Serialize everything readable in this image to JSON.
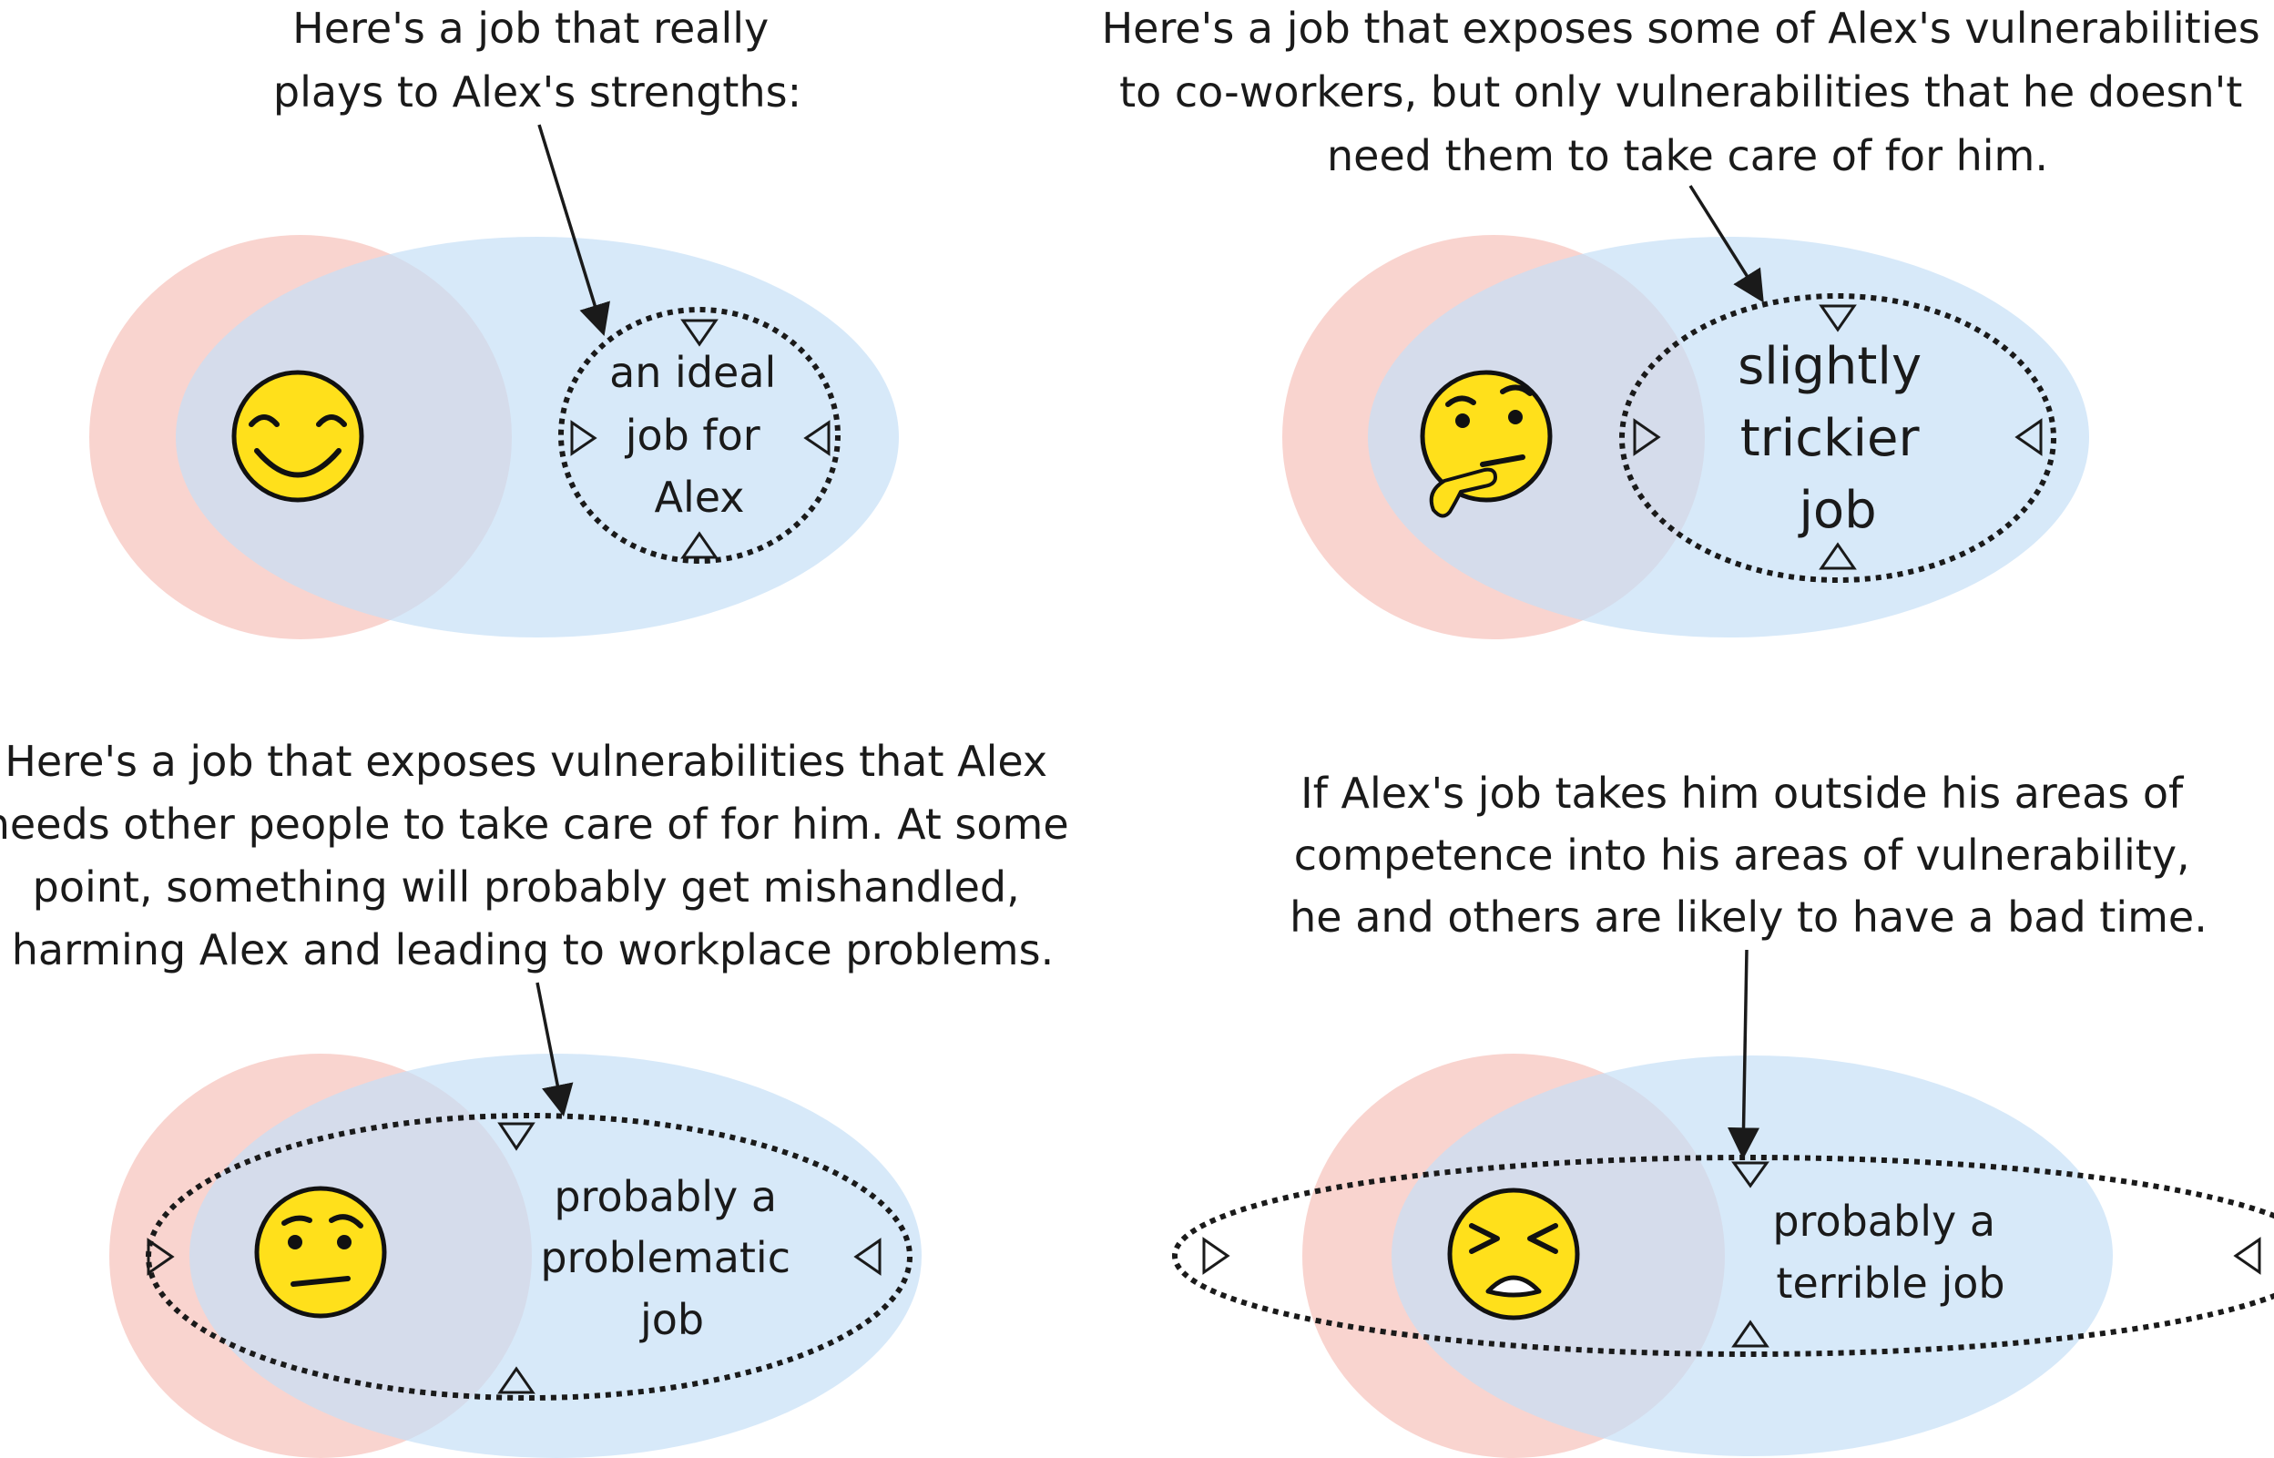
{
  "colors": {
    "competence_fill": "#f7c6bf",
    "vulnerability_fill": "#c6e0f7",
    "overlap_tint": "#d5b4c0",
    "stroke": "#1a1a1a",
    "emoji_face": "#ffe01b",
    "emoji_outline": "#111111"
  },
  "panels": [
    {
      "caption": [
        "Here's a job that really",
        "plays to Alex's strengths:"
      ],
      "job_label": [
        "an ideal",
        "job for",
        "Alex"
      ],
      "face": "smiling-face-icon"
    },
    {
      "caption": [
        "Here's a job that exposes some of Alex's vulnerabilities",
        "to co-workers, but only vulnerabilities that he doesn't",
        "need them to take care of for him."
      ],
      "job_label": [
        "slightly",
        "trickier",
        "job"
      ],
      "face": "thinking-face-icon"
    },
    {
      "caption": [
        "Here's a job that exposes vulnerabilities that Alex",
        "needs other people to take care of for him.  At some",
        "point, something will probably get mishandled,",
        "harming Alex and leading to workplace problems."
      ],
      "job_label": [
        "probably a",
        "problematic",
        "job"
      ],
      "face": "confused-face-icon"
    },
    {
      "caption": [
        "If Alex's job takes him outside his areas of",
        "competence  into his areas of vulnerability,",
        "he and others are likely to have a bad time."
      ],
      "job_label": [
        "probably a",
        "terrible job"
      ],
      "face": "tired-face-icon"
    }
  ]
}
